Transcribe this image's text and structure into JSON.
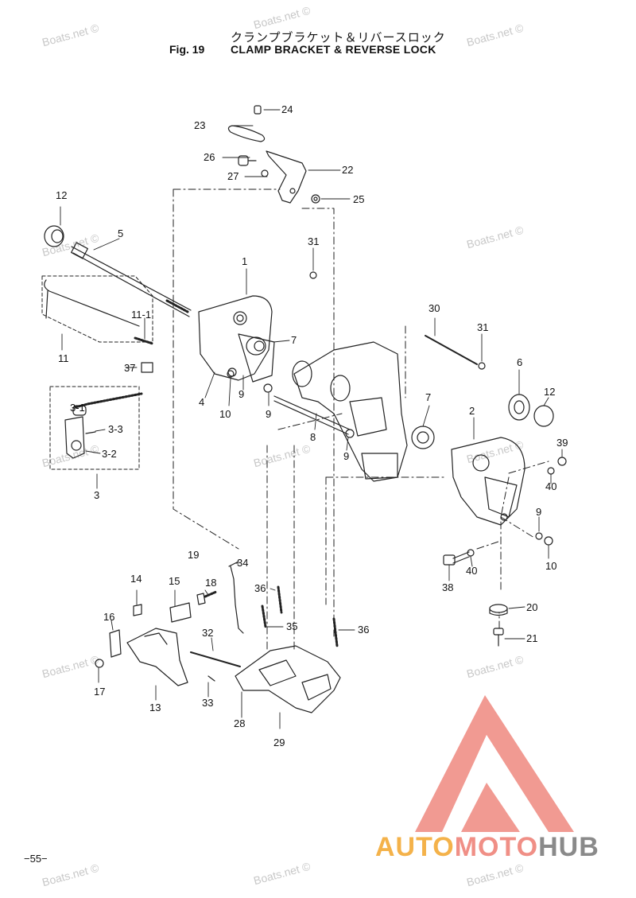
{
  "header": {
    "title_jp": "クランプブラケット＆リバースロック",
    "fig": "Fig. 19",
    "title_en": "CLAMP BRACKET & REVERSE LOCK"
  },
  "watermark": "Boats.net ©",
  "page_number": "−55−",
  "brand": {
    "part1": "AUTO",
    "part2": "MOTO",
    "part3": "HUB"
  },
  "colors": {
    "logo": "#f08f86",
    "logo_light": "#f4b24a",
    "line": "#222222"
  },
  "callouts": [
    "1",
    "2",
    "3",
    "3-1",
    "3-2",
    "3-3",
    "4",
    "5",
    "6",
    "7",
    "7",
    "8",
    "9",
    "9",
    "9",
    "9",
    "10",
    "10",
    "11",
    "11-1",
    "12",
    "12",
    "13",
    "14",
    "15",
    "16",
    "17",
    "18",
    "19",
    "20",
    "21",
    "22",
    "23",
    "24",
    "25",
    "26",
    "27",
    "28",
    "29",
    "30",
    "31",
    "31",
    "32",
    "33",
    "34",
    "35",
    "36",
    "36",
    "37",
    "38",
    "39",
    "40",
    "40"
  ]
}
